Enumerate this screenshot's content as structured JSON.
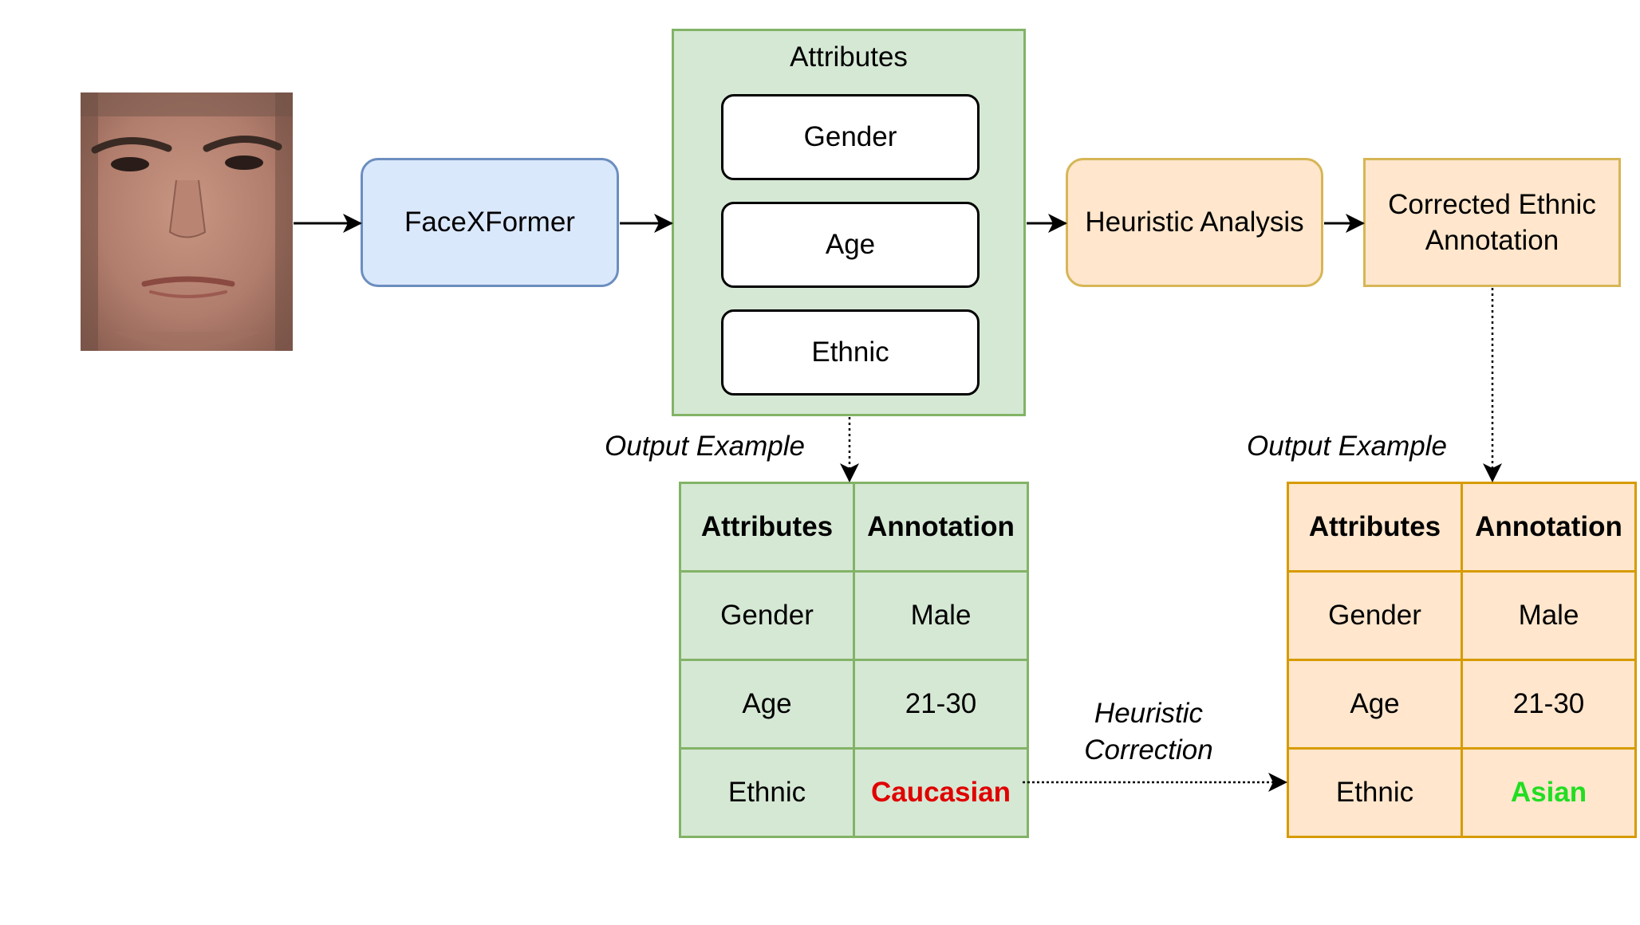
{
  "colors": {
    "blue_fill": "#dae8fc",
    "blue_stroke": "#6c8ebf",
    "green_fill": "#d5e8d4",
    "green_stroke": "#82b366",
    "orange_fill": "#ffe6cc",
    "orange_stroke": "#d79b00",
    "wrong_value": "#e00000",
    "corrected_value": "#22dd22"
  },
  "model": {
    "label": "FaceXFormer"
  },
  "attributes_panel": {
    "title": "Attributes",
    "items": [
      "Gender",
      "Age",
      "Ethnic"
    ]
  },
  "heuristic_box": {
    "label": "Heuristic Analysis"
  },
  "corrected_box": {
    "line1": "Corrected Ethnic",
    "line2": "Annotation"
  },
  "output_label_left": "Output Example",
  "output_label_right": "Output Example",
  "correction_label": {
    "line1": "Heuristic",
    "line2": "Correction"
  },
  "table_left": {
    "headers": [
      "Attributes",
      "Annotation"
    ],
    "rows": [
      [
        "Gender",
        "Male"
      ],
      [
        "Age",
        "21-30"
      ],
      [
        "Ethnic",
        "Caucasian"
      ]
    ]
  },
  "table_right": {
    "headers": [
      "Attributes",
      "Annotation"
    ],
    "rows": [
      [
        "Gender",
        "Male"
      ],
      [
        "Age",
        "21-30"
      ],
      [
        "Ethnic",
        "Asian"
      ]
    ]
  }
}
